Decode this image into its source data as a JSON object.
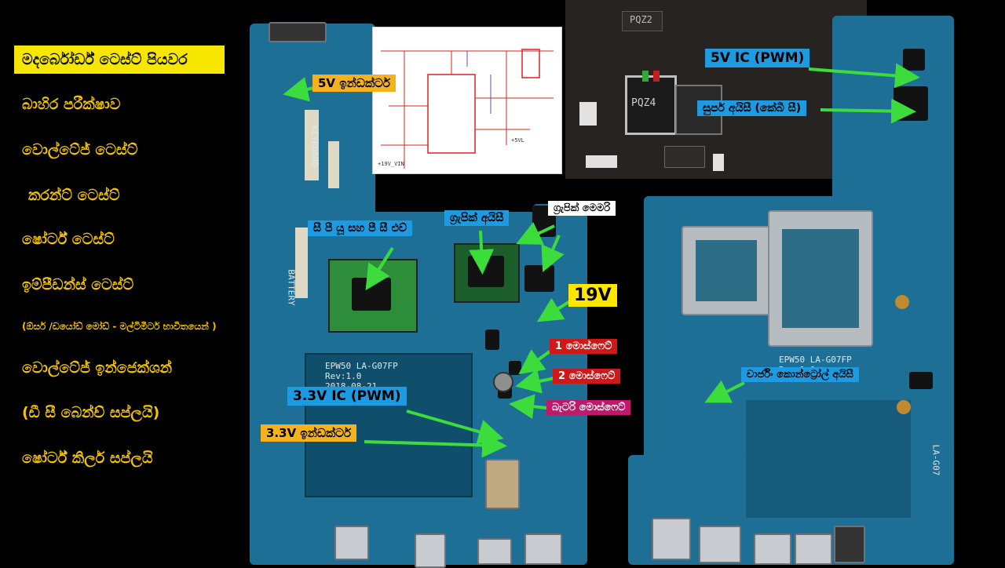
{
  "steps": {
    "title": "මදර්බෝර්ඩ් ටෙස්ට් පියවර",
    "items": [
      "බාහිර පරීක්ෂාව",
      "වොල්ටේජ් ටෙස්ට්",
      "කරන්ට් ටෙස්ට්",
      "ෂෝර්ට් ටෙස්ට්",
      "ඉම්පීඩන්ස් ටෙස්ට්",
      "(ඕසර් /ඩයෝඩ් මෝඩ් - මල්ටිමීටර් භාවිතයෙන් )",
      "වොල්ටේජ් ඉන්ජෙක්ශන්",
      "(ඩී සී බෙන්ච් සප්ලයි)",
      "ෂෝර්ට් කිලර් සප්ලයි"
    ]
  },
  "labels": {
    "inductor_5v": "5V  ඉන්ඩක්ටර්",
    "pwm_5v": "5V  IC (PWM)",
    "super_ic": "සුපර් අයිසී (කේබී සී)",
    "cpu_pch": "සී පී යූ සහ පී සී එච්",
    "graphic_ic": "ග්‍රැපික් අයිසී",
    "graphic_mem": "ග්‍රැපික් මෙමරි",
    "v19": "19V",
    "mosfet1": "1 මොස්ෆෙට්",
    "mosfet2": "2 මොස්ෆෙට්",
    "battery_mosfet": "බැටරි මොස්ෆෙට්",
    "pwm_33v": "3.3V  IC (PWM)",
    "inductor_33v": "3.3V  ඉන්ඩක්ටර්",
    "charging_ic": "චාර්ජිං කොන්ට්‍රෝල් අයිසී"
  },
  "silkscreen": {
    "left_model": "EPW50  LA-G07FP",
    "left_rev": "Rev:1.0",
    "left_date": "2018-08-21",
    "right_model": "EPW50  LA-G07FP",
    "right_rev": "Rev:1.0",
    "right_code": "LA-G07",
    "pqz4": "PQZ4",
    "pqz2": "PQZ2",
    "keyboard": "KEYBOARD",
    "battery": "BATTERY",
    "schematic_net1": "+19V_VIN",
    "schematic_net2": "+5VL"
  },
  "colors": {
    "accent_yellow": "#f4c400",
    "board_blue": "#1e6f95",
    "label_blue": "#1e9be0",
    "arrow_green": "#3ddc3d"
  }
}
